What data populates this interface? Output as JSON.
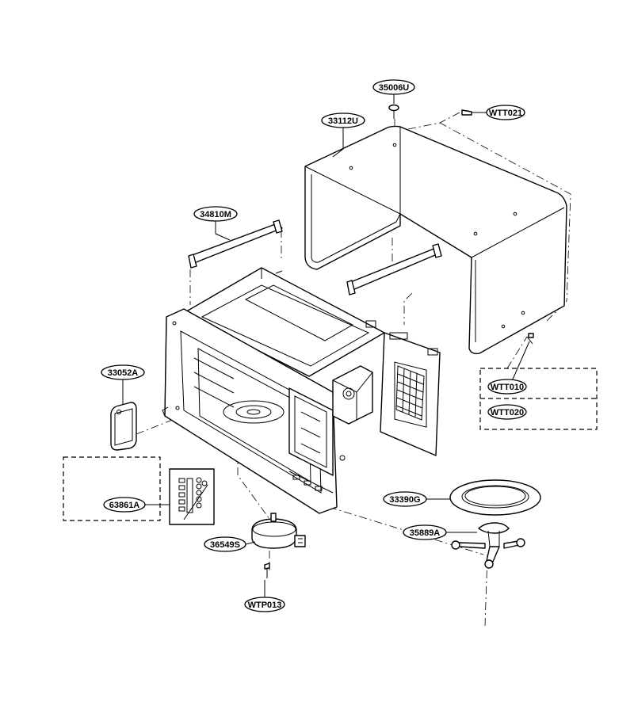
{
  "labels": {
    "p35006U": "35006U",
    "pWTT021": "WTT021",
    "p33112U": "33112U",
    "p34810M": "34810M",
    "p33052A": "33052A",
    "p63861A": "63861A",
    "pWTT010": "WTT010",
    "pWTT020": "WTT020",
    "p33390G": "33390G",
    "p35889A": "35889A",
    "p36549S": "36549S",
    "pWTP013": "WTP013"
  }
}
